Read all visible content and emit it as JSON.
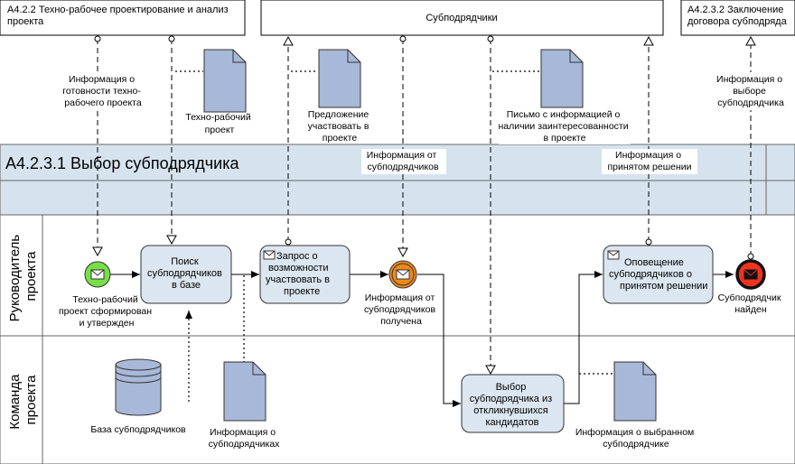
{
  "external": {
    "ext1": "А4.2.2 Техно-рабочее проектирование и анализ проекта",
    "ext2": "Субподрядчики",
    "ext3": "А4.2.3.2 Заключение договора субподряда"
  },
  "pool": {
    "title": "А4.2.3.1 Выбор субподрядчика",
    "lane1": "Руководитель проекта",
    "lane2": "Команда проекта"
  },
  "messages": {
    "m1": "Информация о готовности техно-рабочего проекта",
    "m2": "Информация от субподрядчиков",
    "m3": "Информация о принятом решении",
    "m4": "Информация о выборе субподрядчика"
  },
  "artifacts": {
    "doc1": "Техно-рабочий проект",
    "doc2": "Предложение участвовать в проекте",
    "doc3": "Письмо с информацией о наличии заинтересованности в проекте",
    "doc4": "Информация о субподрядчиках",
    "doc5": "Информация о выбранном субподрядчике",
    "db": "База субподрядчиков"
  },
  "events": {
    "start": "Техно-рабочий проект сформирован и утвержден",
    "intermediate": "Информация от субподрядчиков получена",
    "end": "Субподрядчик найден"
  },
  "tasks": {
    "t1": "Поиск субподрядчиков в базе",
    "t2": "Запрос о возможности участвовать в проекте",
    "t3": "Оповещение субподрядчиков о принятом решении",
    "t4": "Выбор субподрядчика из откликнувшихся кандидатов"
  },
  "colors": {
    "lane_header": "#d6e3ef",
    "task_fill": "#dce6f1",
    "doc_fill": "#a8b8d8",
    "start_event": "#77e047",
    "intermediate_event": "#ef8a1a",
    "end_event": "#ef3320"
  }
}
